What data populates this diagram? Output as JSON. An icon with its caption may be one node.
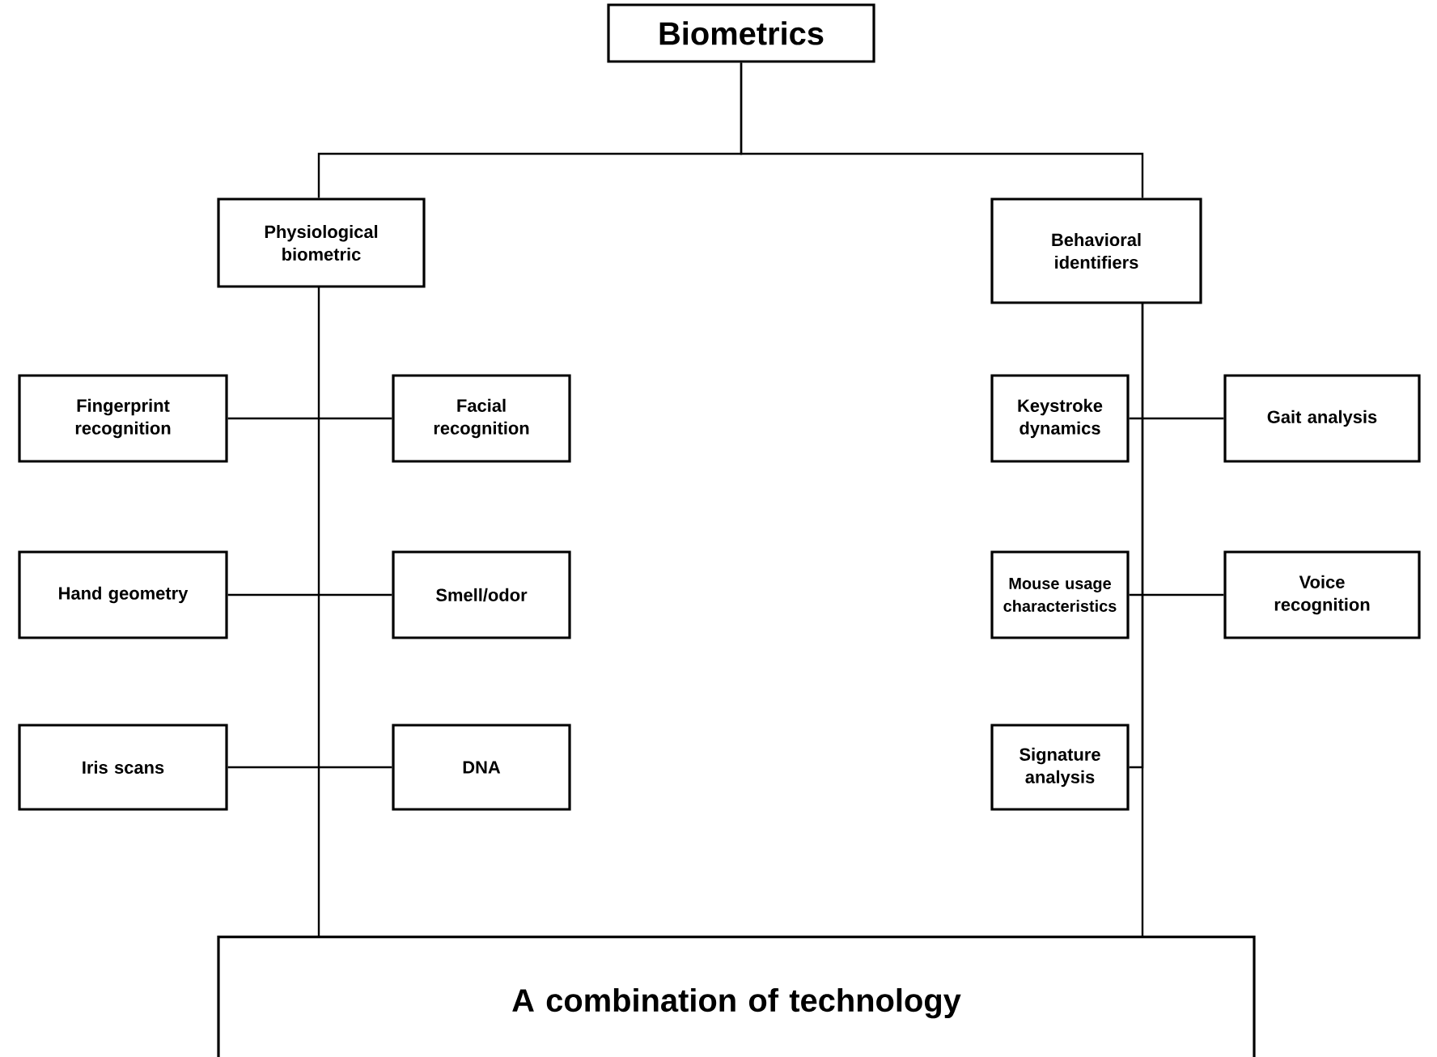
{
  "diagram": {
    "nodes": [
      {
        "text": [
          "Biometrics"
        ]
      },
      {
        "text": [
          "Physiological biometric"
        ]
      },
      {
        "text": [
          "Behavioral identifiers"
        ]
      },
      {
        "text": [
          "Fingerprint recognition"
        ]
      },
      {
        "text": [
          "Facial recognition"
        ]
      },
      {
        "text": [
          "Hand geometry"
        ]
      },
      {
        "text": [
          "Smell/odor"
        ]
      },
      {
        "text": [
          "Iris scans"
        ]
      },
      {
        "text": [
          "DNA"
        ]
      },
      {
        "text": [
          "Keystroke dynamics"
        ]
      },
      {
        "text": [
          "Gait analysis"
        ]
      },
      {
        "text": [
          "Mouse usage characteristics"
        ]
      },
      {
        "text": [
          "Voice recognition"
        ]
      },
      {
        "text": [
          "Signature analysis"
        ]
      },
      {
        "text": [
          "A combination of technology"
        ]
      }
    ],
    "edges": [
      {
        "from": 0,
        "to": 1,
        "arrow": "none"
      },
      {
        "from": 0,
        "to": 2,
        "arrow": "none"
      },
      {
        "from": 1,
        "to": 14,
        "arrow": "none"
      },
      {
        "from": 2,
        "to": 14,
        "arrow": "none"
      },
      {
        "from": 3,
        "to": 4,
        "arrow": "none"
      },
      {
        "from": 5,
        "to": 6,
        "arrow": "none"
      },
      {
        "from": 7,
        "to": 8,
        "arrow": "none"
      },
      {
        "from": 9,
        "to": 10,
        "arrow": "none"
      },
      {
        "from": 11,
        "to": 12,
        "arrow": "none"
      },
      {
        "from": 13,
        "to": 2,
        "arrow": "none"
      }
    ]
  }
}
